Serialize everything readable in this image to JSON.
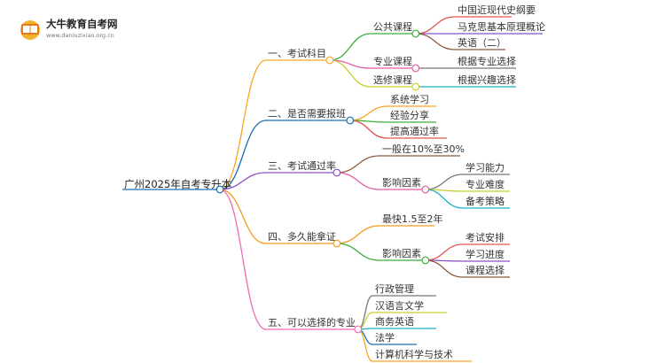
{
  "watermark": {
    "site_name": "大牛教育自考网",
    "url": "www.daniuzixiao.org.cn"
  },
  "mindmap": {
    "root": "广州2025年自考专升本",
    "branches": [
      {
        "label": "一、考试科目",
        "color": "#f5a623",
        "children": [
          {
            "label": "公共课程",
            "color": "#3aae3a",
            "children": [
              {
                "label": "中国近现代史纲要",
                "color": "#e0534f"
              },
              {
                "label": "马克思基本原理概论",
                "color": "#8a4fc9"
              },
              {
                "label": "英语（二）",
                "color": "#8b5a3c"
              }
            ]
          },
          {
            "label": "专业课程",
            "color": "#e35ba8",
            "children": [
              {
                "label": "根据专业选择",
                "color": "#777777"
              }
            ]
          },
          {
            "label": "选修课程",
            "color": "#c7cf2a",
            "children": [
              {
                "label": "根据兴趣选择",
                "color": "#1ab0c8"
              }
            ]
          }
        ]
      },
      {
        "label": "二、是否需要报班",
        "color": "#1a6fb0",
        "children": [
          {
            "label": "系统学习",
            "color": "#f5a623"
          },
          {
            "label": "经验分享",
            "color": "#3aae3a"
          },
          {
            "label": "提高通过率",
            "color": "#e0534f"
          }
        ]
      },
      {
        "label": "三、考试通过率",
        "color": "#8a4fc9",
        "children": [
          {
            "label": "一般在10%至30%",
            "color": "#8b5a3c"
          },
          {
            "label": "影响因素",
            "color": "#e35ba8",
            "children": [
              {
                "label": "学习能力",
                "color": "#777777"
              },
              {
                "label": "专业难度",
                "color": "#c7cf2a"
              },
              {
                "label": "备考策略",
                "color": "#1ab0c8"
              }
            ]
          }
        ]
      },
      {
        "label": "四、多久能拿证",
        "color": "#f59a1a",
        "children": [
          {
            "label": "最快1.5至2年",
            "color": "#f59a1a"
          },
          {
            "label": "影响因素",
            "color": "#3aae3a",
            "children": [
              {
                "label": "考试安排",
                "color": "#e0534f"
              },
              {
                "label": "学习进度",
                "color": "#8a4fc9"
              },
              {
                "label": "课程选择",
                "color": "#8b5a3c"
              }
            ]
          }
        ]
      },
      {
        "label": "五、可以选择的专业",
        "color": "#f06ab4",
        "children": [
          {
            "label": "行政管理",
            "color": "#777777"
          },
          {
            "label": "汉语言文学",
            "color": "#c7cf2a"
          },
          {
            "label": "商务英语",
            "color": "#1ab0c8"
          },
          {
            "label": "法学",
            "color": "#1a6fb0"
          },
          {
            "label": "计算机科学与技术",
            "color": "#f5a623"
          }
        ]
      }
    ]
  }
}
